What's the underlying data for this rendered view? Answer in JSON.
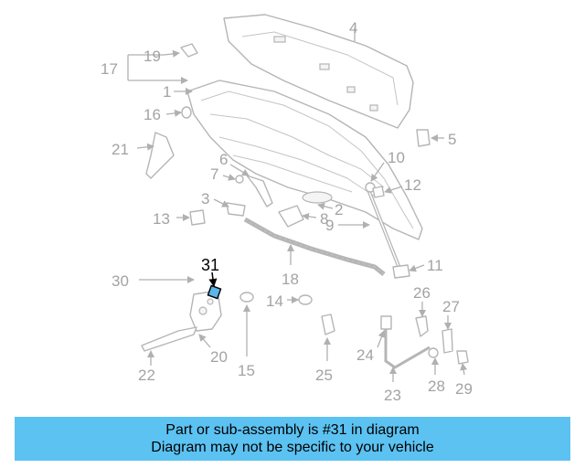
{
  "diagram": {
    "highlighted_part": "31",
    "highlight_color": "#5ab5e8",
    "part_numbers": [
      "1",
      "2",
      "3",
      "4",
      "5",
      "6",
      "7",
      "8",
      "9",
      "10",
      "11",
      "12",
      "13",
      "14",
      "15",
      "16",
      "17",
      "18",
      "19",
      "20",
      "21",
      "22",
      "23",
      "24",
      "25",
      "26",
      "27",
      "28",
      "29",
      "30",
      "31"
    ]
  },
  "banner": {
    "line1": "Part or sub-assembly is #31 in diagram",
    "line2": "Diagram may not be specific to your vehicle",
    "background": "#5cc2f2"
  }
}
